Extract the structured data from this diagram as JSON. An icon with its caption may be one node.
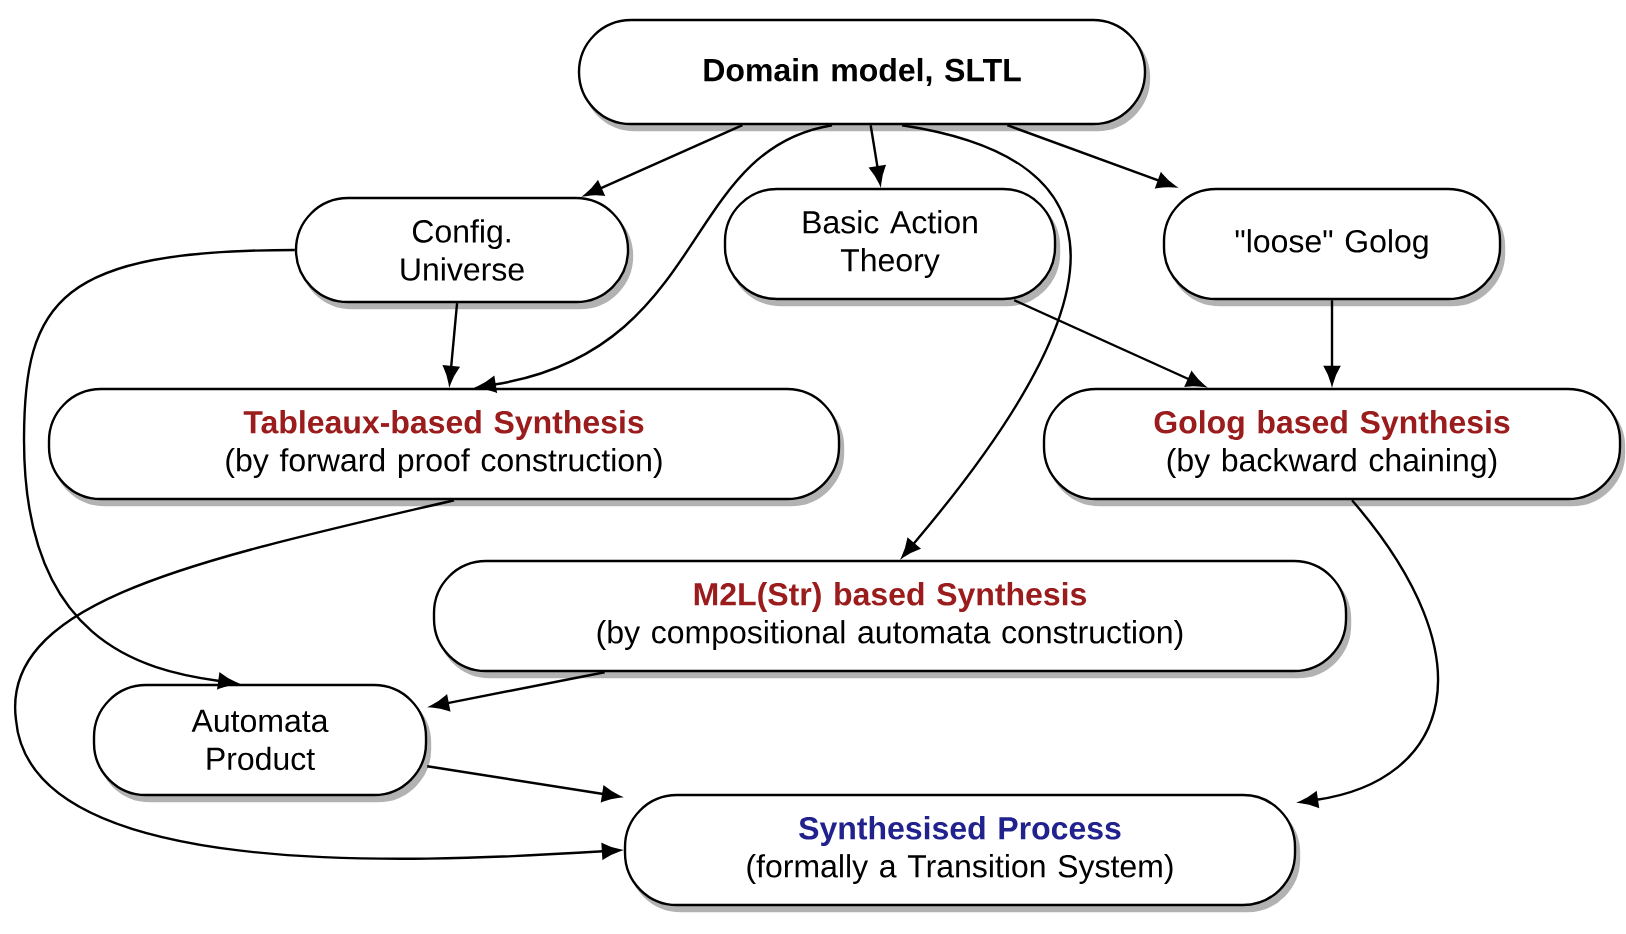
{
  "diagram": {
    "nodes": [
      {
        "text": [
          "Domain model, SLTL"
        ]
      },
      {
        "text": [
          "Config. Universe"
        ]
      },
      {
        "text": [
          "Basic Action Theory"
        ]
      },
      {
        "text": [
          "\"loose\" Golog"
        ]
      },
      {
        "text": [
          "Tableaux-based Synthesis",
          "(by forward proof construction)"
        ]
      },
      {
        "text": [
          "Golog based Synthesis",
          "(by backward chaining)"
        ]
      },
      {
        "text": [
          "M2L(Str) based Synthesis",
          "(by compositional automata construction)"
        ]
      },
      {
        "text": [
          "Automata Product"
        ]
      },
      {
        "text": [
          "Synthesised Process",
          "(formally a Transition System)"
        ]
      }
    ],
    "edges": [
      {
        "from": 0,
        "to": 1,
        "arrow": "to"
      },
      {
        "from": 0,
        "to": 2,
        "arrow": "to"
      },
      {
        "from": 0,
        "to": 3,
        "arrow": "to"
      },
      {
        "from": 0,
        "to": 4,
        "arrow": "to"
      },
      {
        "from": 0,
        "to": 6,
        "arrow": "to"
      },
      {
        "from": 1,
        "to": 4,
        "arrow": "to"
      },
      {
        "from": 1,
        "to": 7,
        "arrow": "to"
      },
      {
        "from": 2,
        "to": 5,
        "arrow": "to"
      },
      {
        "from": 3,
        "to": 5,
        "arrow": "to"
      },
      {
        "from": 4,
        "to": 8,
        "arrow": "to"
      },
      {
        "from": 6,
        "to": 7,
        "arrow": "to"
      },
      {
        "from": 7,
        "to": 8,
        "arrow": "to"
      },
      {
        "from": 5,
        "to": 8,
        "arrow": "to"
      }
    ]
  }
}
